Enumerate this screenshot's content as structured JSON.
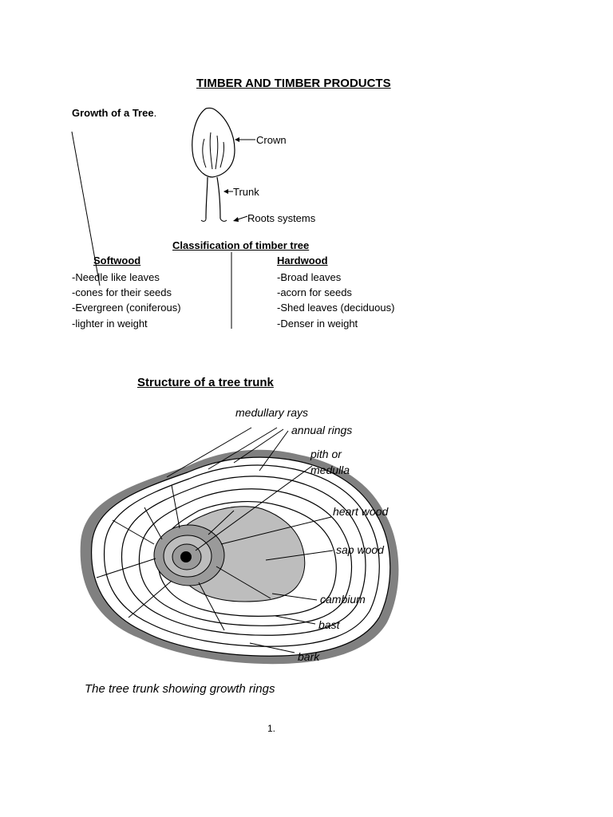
{
  "document": {
    "title": "TIMBER AND TIMBER PRODUCTS",
    "page_number": "1."
  },
  "growth_section": {
    "heading": "Growth of a Tree",
    "heading_suffix": ".",
    "labels": {
      "crown": "Crown",
      "trunk": "Trunk",
      "roots": "Roots systems"
    }
  },
  "classification": {
    "heading": "Classification of timber tree",
    "softwood": {
      "heading": "Softwood",
      "items": [
        "-Needle like leaves",
        "-cones for their seeds",
        "-Evergreen (coniferous)",
        "-lighter in weight"
      ]
    },
    "hardwood": {
      "heading": "Hardwood",
      "items": [
        "-Broad leaves",
        "-acorn for seeds",
        "-Shed leaves (deciduous)",
        "-Denser in weight"
      ]
    }
  },
  "structure": {
    "heading": "Structure of a tree trunk",
    "labels": {
      "medullary_rays": "medullary rays",
      "annual_rings": "annual rings",
      "pith_line1": "pith or",
      "pith_line2": "medulla",
      "heart_wood": "heart wood",
      "sap_wood": "sap wood",
      "cambium": "cambium",
      "bast": "bast",
      "bark": "bark"
    },
    "caption": "The tree trunk showing growth rings"
  },
  "colors": {
    "bark": "#808080",
    "heartwood": "#bdbdbd",
    "inner_ring": "#9a9a9a",
    "pith": "#000000"
  }
}
